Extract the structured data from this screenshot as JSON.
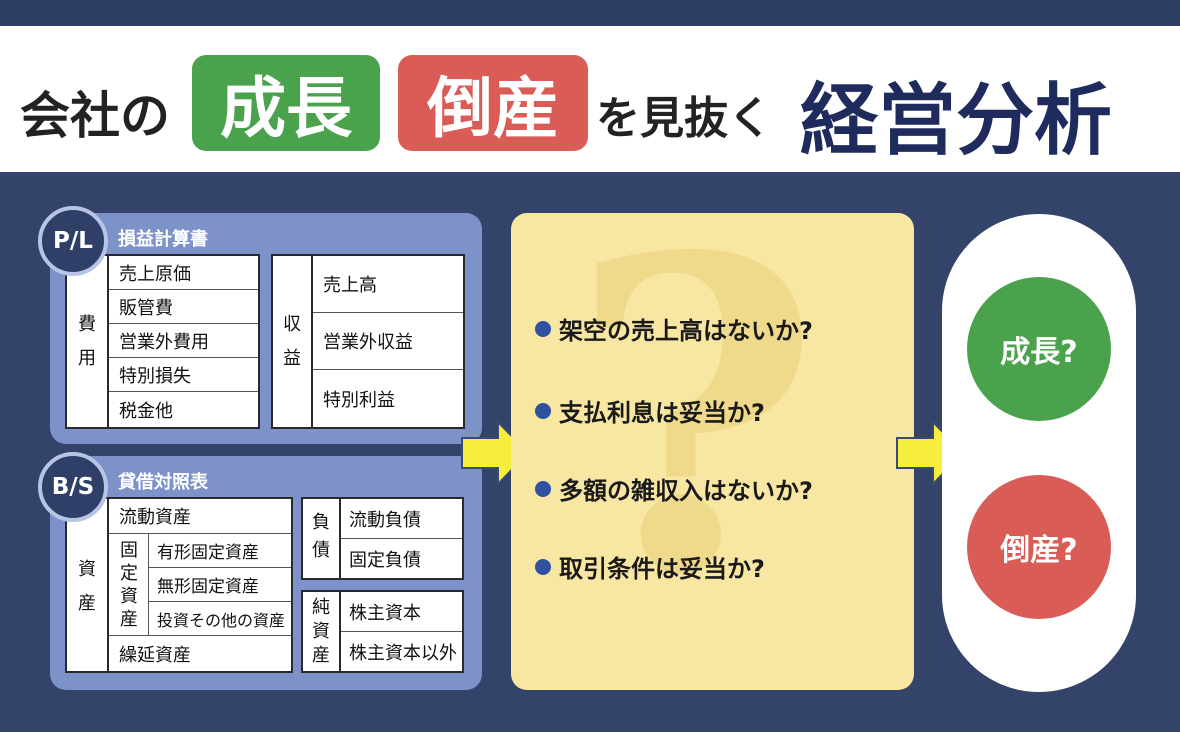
{
  "title": {
    "part1": "会社の",
    "growth": "成長",
    "bankrupt": "倒産",
    "part2": "を見抜く",
    "main": "経営分析"
  },
  "colors": {
    "navy": "#34436a",
    "panel": "#7c92c9",
    "growth_green": "#4aa34c",
    "bankrupt_red": "#d95c56",
    "question_bg": "#f8e7a2",
    "arrow_yellow": "#f5ee3c"
  },
  "pl": {
    "badge": "P/L",
    "title": "損益計算書",
    "expense_label": [
      "費",
      "用"
    ],
    "expenses": [
      "売上原価",
      "販管費",
      "営業外費用",
      "特別損失",
      "税金他"
    ],
    "revenue_label": [
      "収",
      "益"
    ],
    "revenues": [
      "売上高",
      "営業外収益",
      "特別利益"
    ]
  },
  "bs": {
    "badge": "B/S",
    "title": "貸借対照表",
    "asset_label": [
      "資",
      "産"
    ],
    "current_assets": "流動資産",
    "fixed_label": [
      "固",
      "定",
      "資",
      "産"
    ],
    "fixed_assets": [
      "有形固定資産",
      "無形固定資産",
      "投資その他の資産"
    ],
    "deferred_assets": "繰延資産",
    "liability_label": [
      "負",
      "債"
    ],
    "liabilities": [
      "流動負債",
      "固定負債"
    ],
    "equity_label": [
      "純",
      "資",
      "産"
    ],
    "equity": [
      "株主資本",
      "株主資本以外"
    ]
  },
  "questions": [
    "架空の売上高はないか?",
    "支払利息は妥当か?",
    "多額の雑収入はないか?",
    "取引条件は妥当か?"
  ],
  "outcomes": {
    "growth": "成長?",
    "bankrupt": "倒産?"
  }
}
